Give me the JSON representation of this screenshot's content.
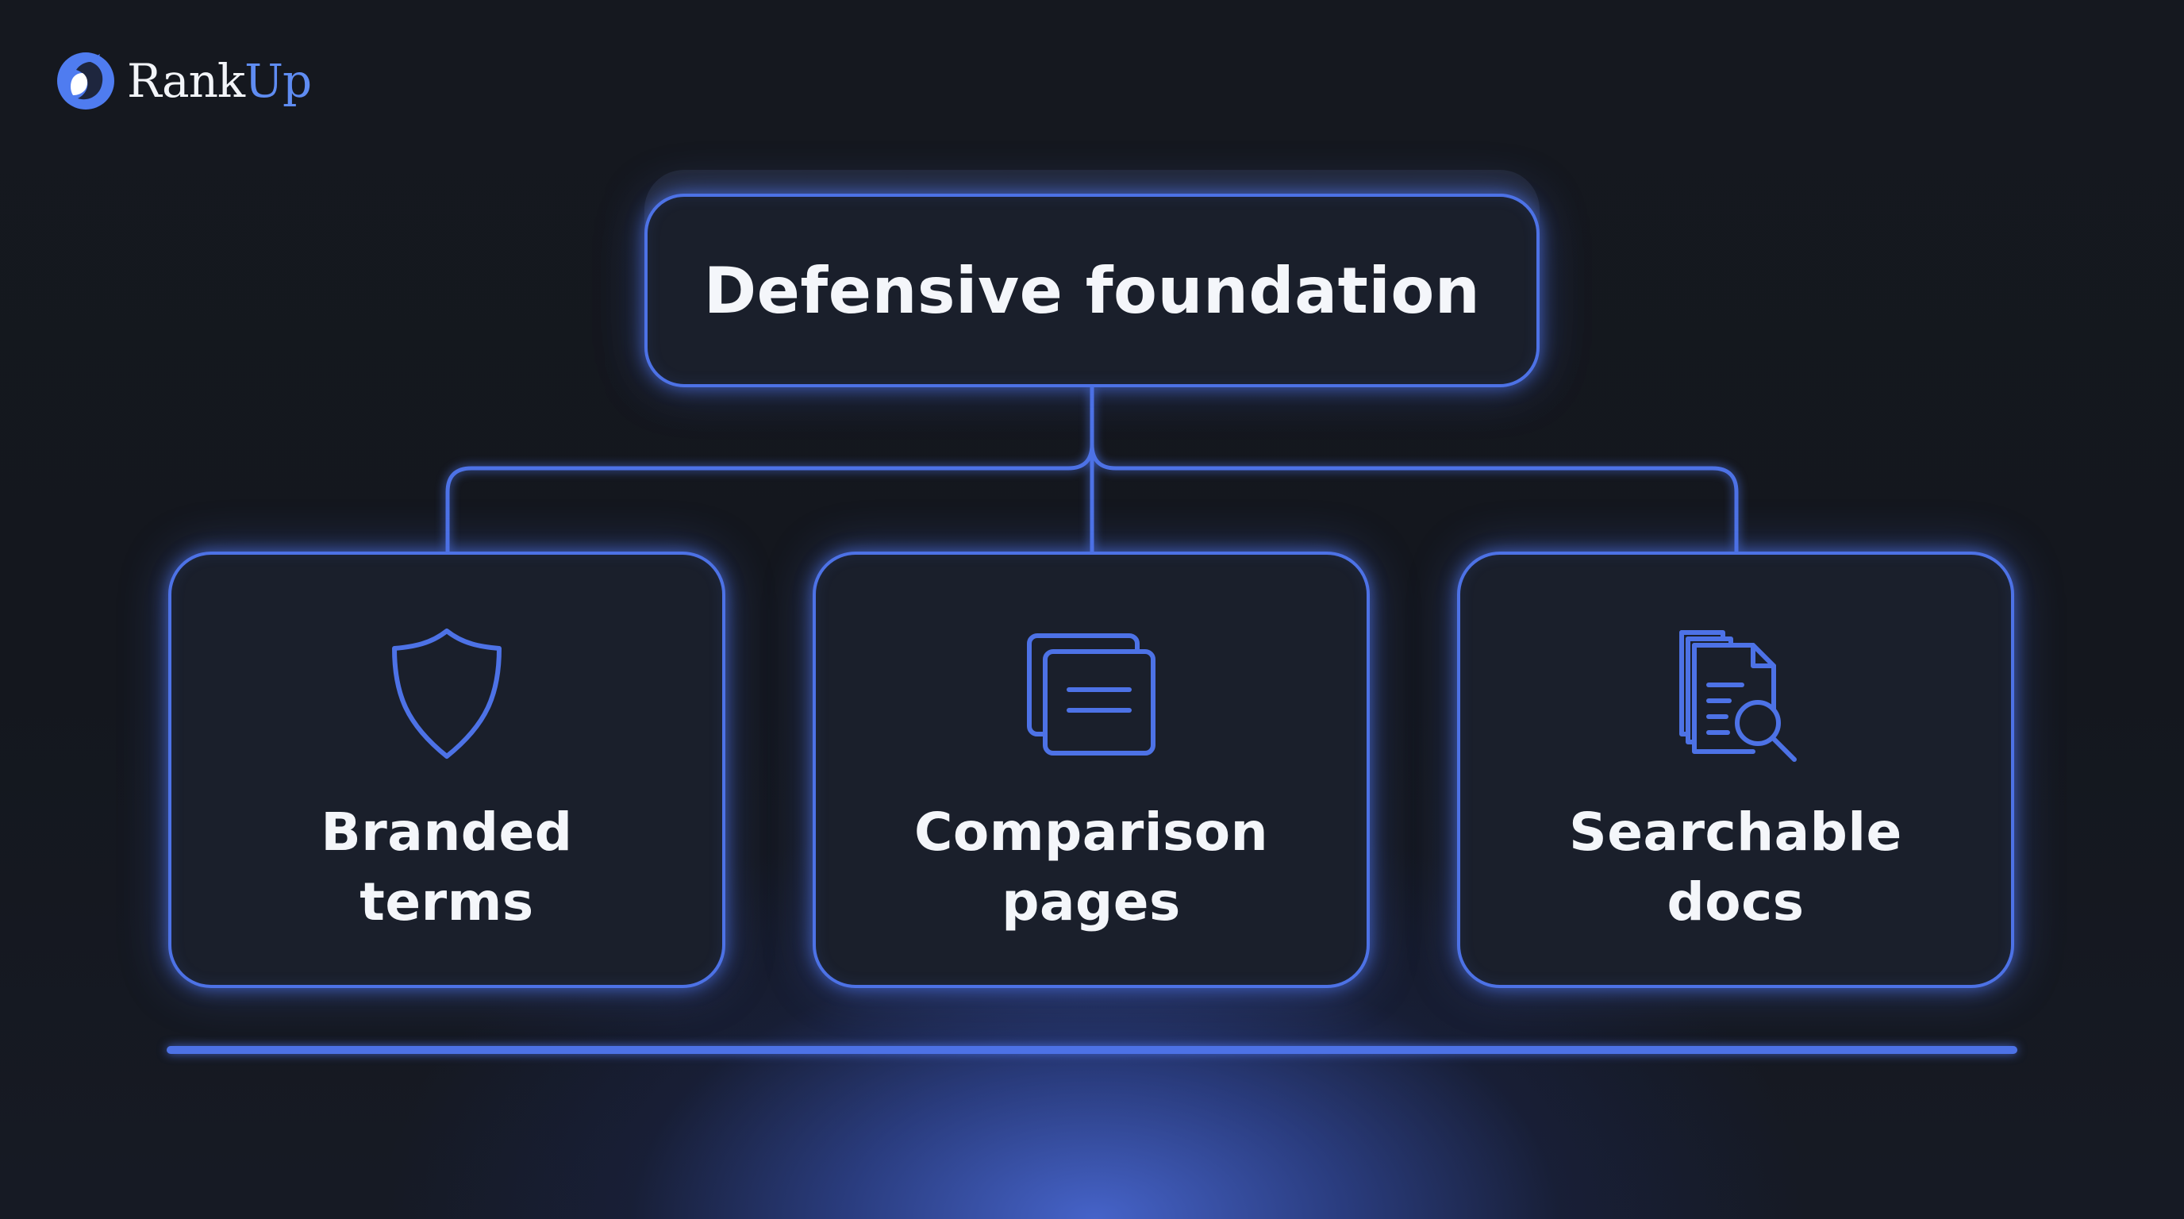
{
  "brand": {
    "name_main": "Rank",
    "name_accent": "Up",
    "accent_color": "#5f8cf2"
  },
  "diagram": {
    "root": {
      "title": "Defensive foundation"
    },
    "children": [
      {
        "line1": "Branded",
        "line2": "terms",
        "icon": "shield-icon"
      },
      {
        "line1": "Comparison",
        "line2": "pages",
        "icon": "stacked-pages-icon"
      },
      {
        "line1": "Searchable",
        "line2": "docs",
        "icon": "document-search-icon"
      }
    ]
  },
  "colors": {
    "background": "#15181f",
    "box_fill": "#1a1f2b",
    "accent_line": "#4d72e6",
    "text": "#f4f6fa"
  }
}
